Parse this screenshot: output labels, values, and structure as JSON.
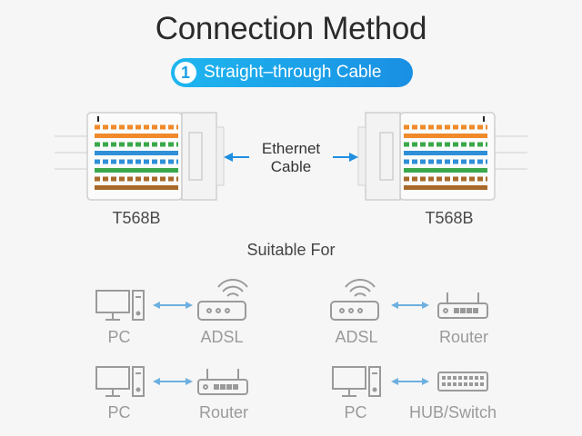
{
  "title": "Connection Method",
  "badge": {
    "number": "1",
    "label": "Straight–through Cable"
  },
  "cable": {
    "left_standard": "T568B",
    "right_standard": "T568B",
    "line1": "Ethernet",
    "line2": "Cable"
  },
  "suitable_for": "Suitable For",
  "connections": [
    {
      "from": "PC",
      "to": "ADSL",
      "from_icon": "pc-icon",
      "to_icon": "adsl-modem-icon"
    },
    {
      "from": "ADSL",
      "to": "Router",
      "from_icon": "adsl-modem-icon",
      "to_icon": "router-icon"
    },
    {
      "from": "PC",
      "to": "Router",
      "from_icon": "pc-icon",
      "to_icon": "router-icon"
    },
    {
      "from": "PC",
      "to": "HUB/Switch",
      "from_icon": "pc-icon",
      "to_icon": "hub-switch-icon"
    }
  ],
  "colors": {
    "badge_start": "#1eb6ef",
    "badge_end": "#1a8fe3",
    "arrow_blue": "#1f8fe0",
    "icon_gray": "#9a9a9a",
    "link_blue": "#6db0e0",
    "wire_orange": "#f08a2a",
    "wire_green": "#3aa84a",
    "wire_blue": "#2f8fd8",
    "wire_brown": "#a86a2a"
  }
}
